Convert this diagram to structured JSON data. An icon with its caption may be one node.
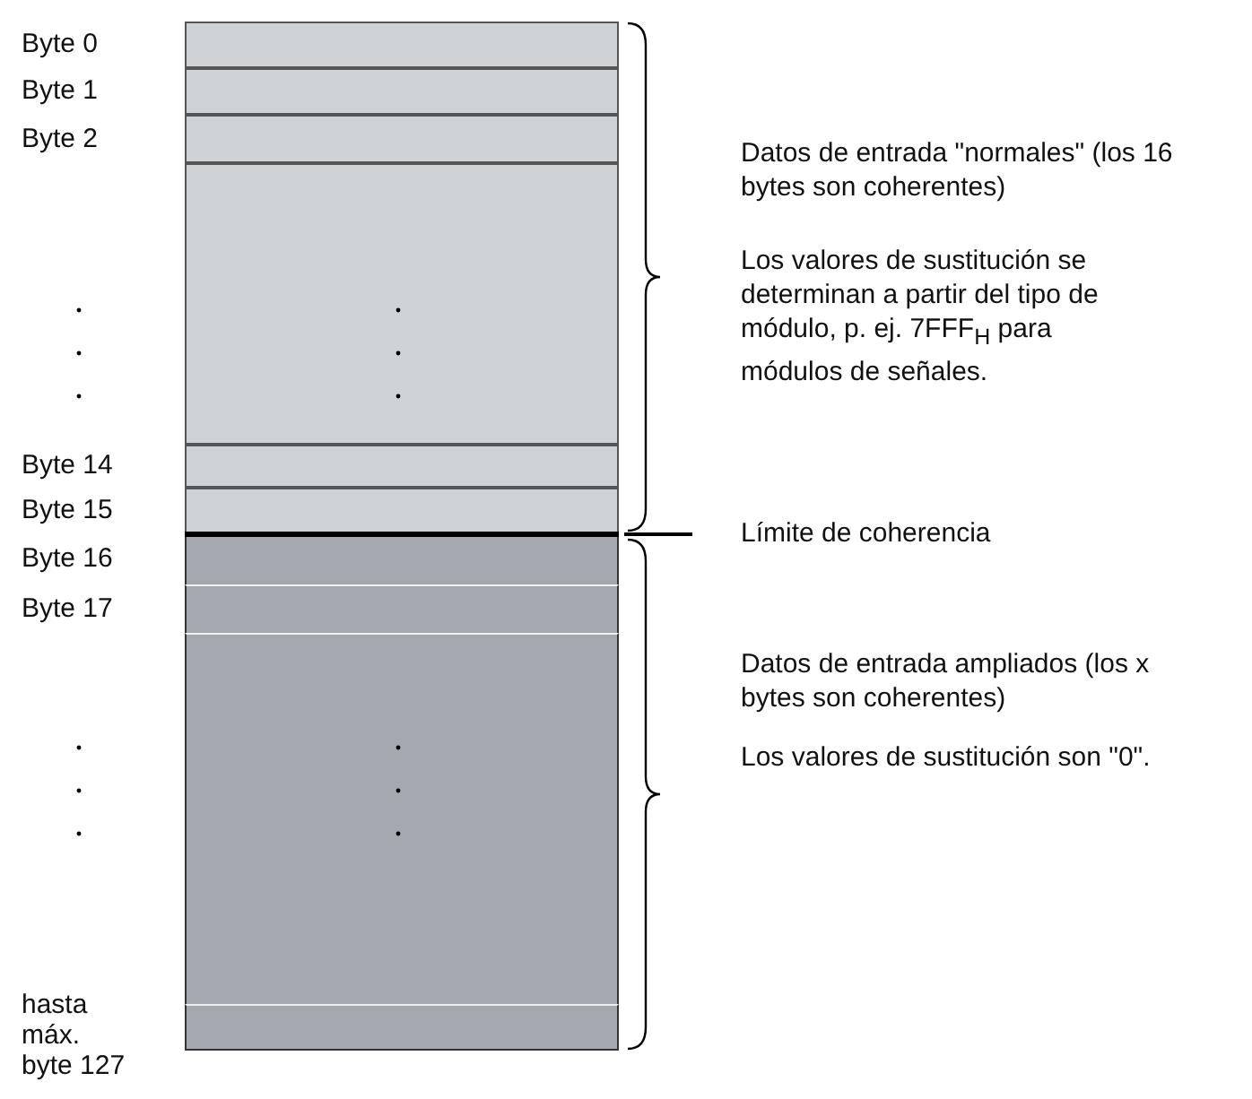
{
  "diagram": {
    "nodes": [
      {
        "text": [],
        "shape": "box",
        "beside": [
          "Byte 0"
        ]
      },
      {
        "text": [],
        "shape": "box",
        "beside": [
          "Byte 1"
        ]
      },
      {
        "text": [],
        "shape": "box",
        "beside": [
          "Byte 2"
        ]
      },
      {
        "text": [],
        "shape": "box"
      },
      {
        "text": [],
        "shape": "box",
        "beside": [
          "Byte 14"
        ]
      },
      {
        "text": [],
        "shape": "box",
        "beside": [
          "Byte 15"
        ]
      },
      {
        "text": [],
        "shape": "box",
        "beside": [
          "Byte 16"
        ]
      },
      {
        "text": [],
        "shape": "box",
        "beside": [
          "Byte 17"
        ]
      },
      {
        "text": [],
        "shape": "box"
      },
      {
        "text": [],
        "shape": "box",
        "beside": [
          "hasta máx. byte 127"
        ]
      }
    ],
    "labels": [
      "Datos de entrada \"normales\" (los 16 bytes son coherentes)",
      "Los valores de sustitución se determinan a partir del tipo de módulo, p. ej. 7FFF$_{H}$ para módulos de señales.",
      "Límite de coherencia",
      "Datos de entrada ampliados (los x bytes son coherentes)",
      "Los valores de sustitución son \"0\"."
    ]
  }
}
